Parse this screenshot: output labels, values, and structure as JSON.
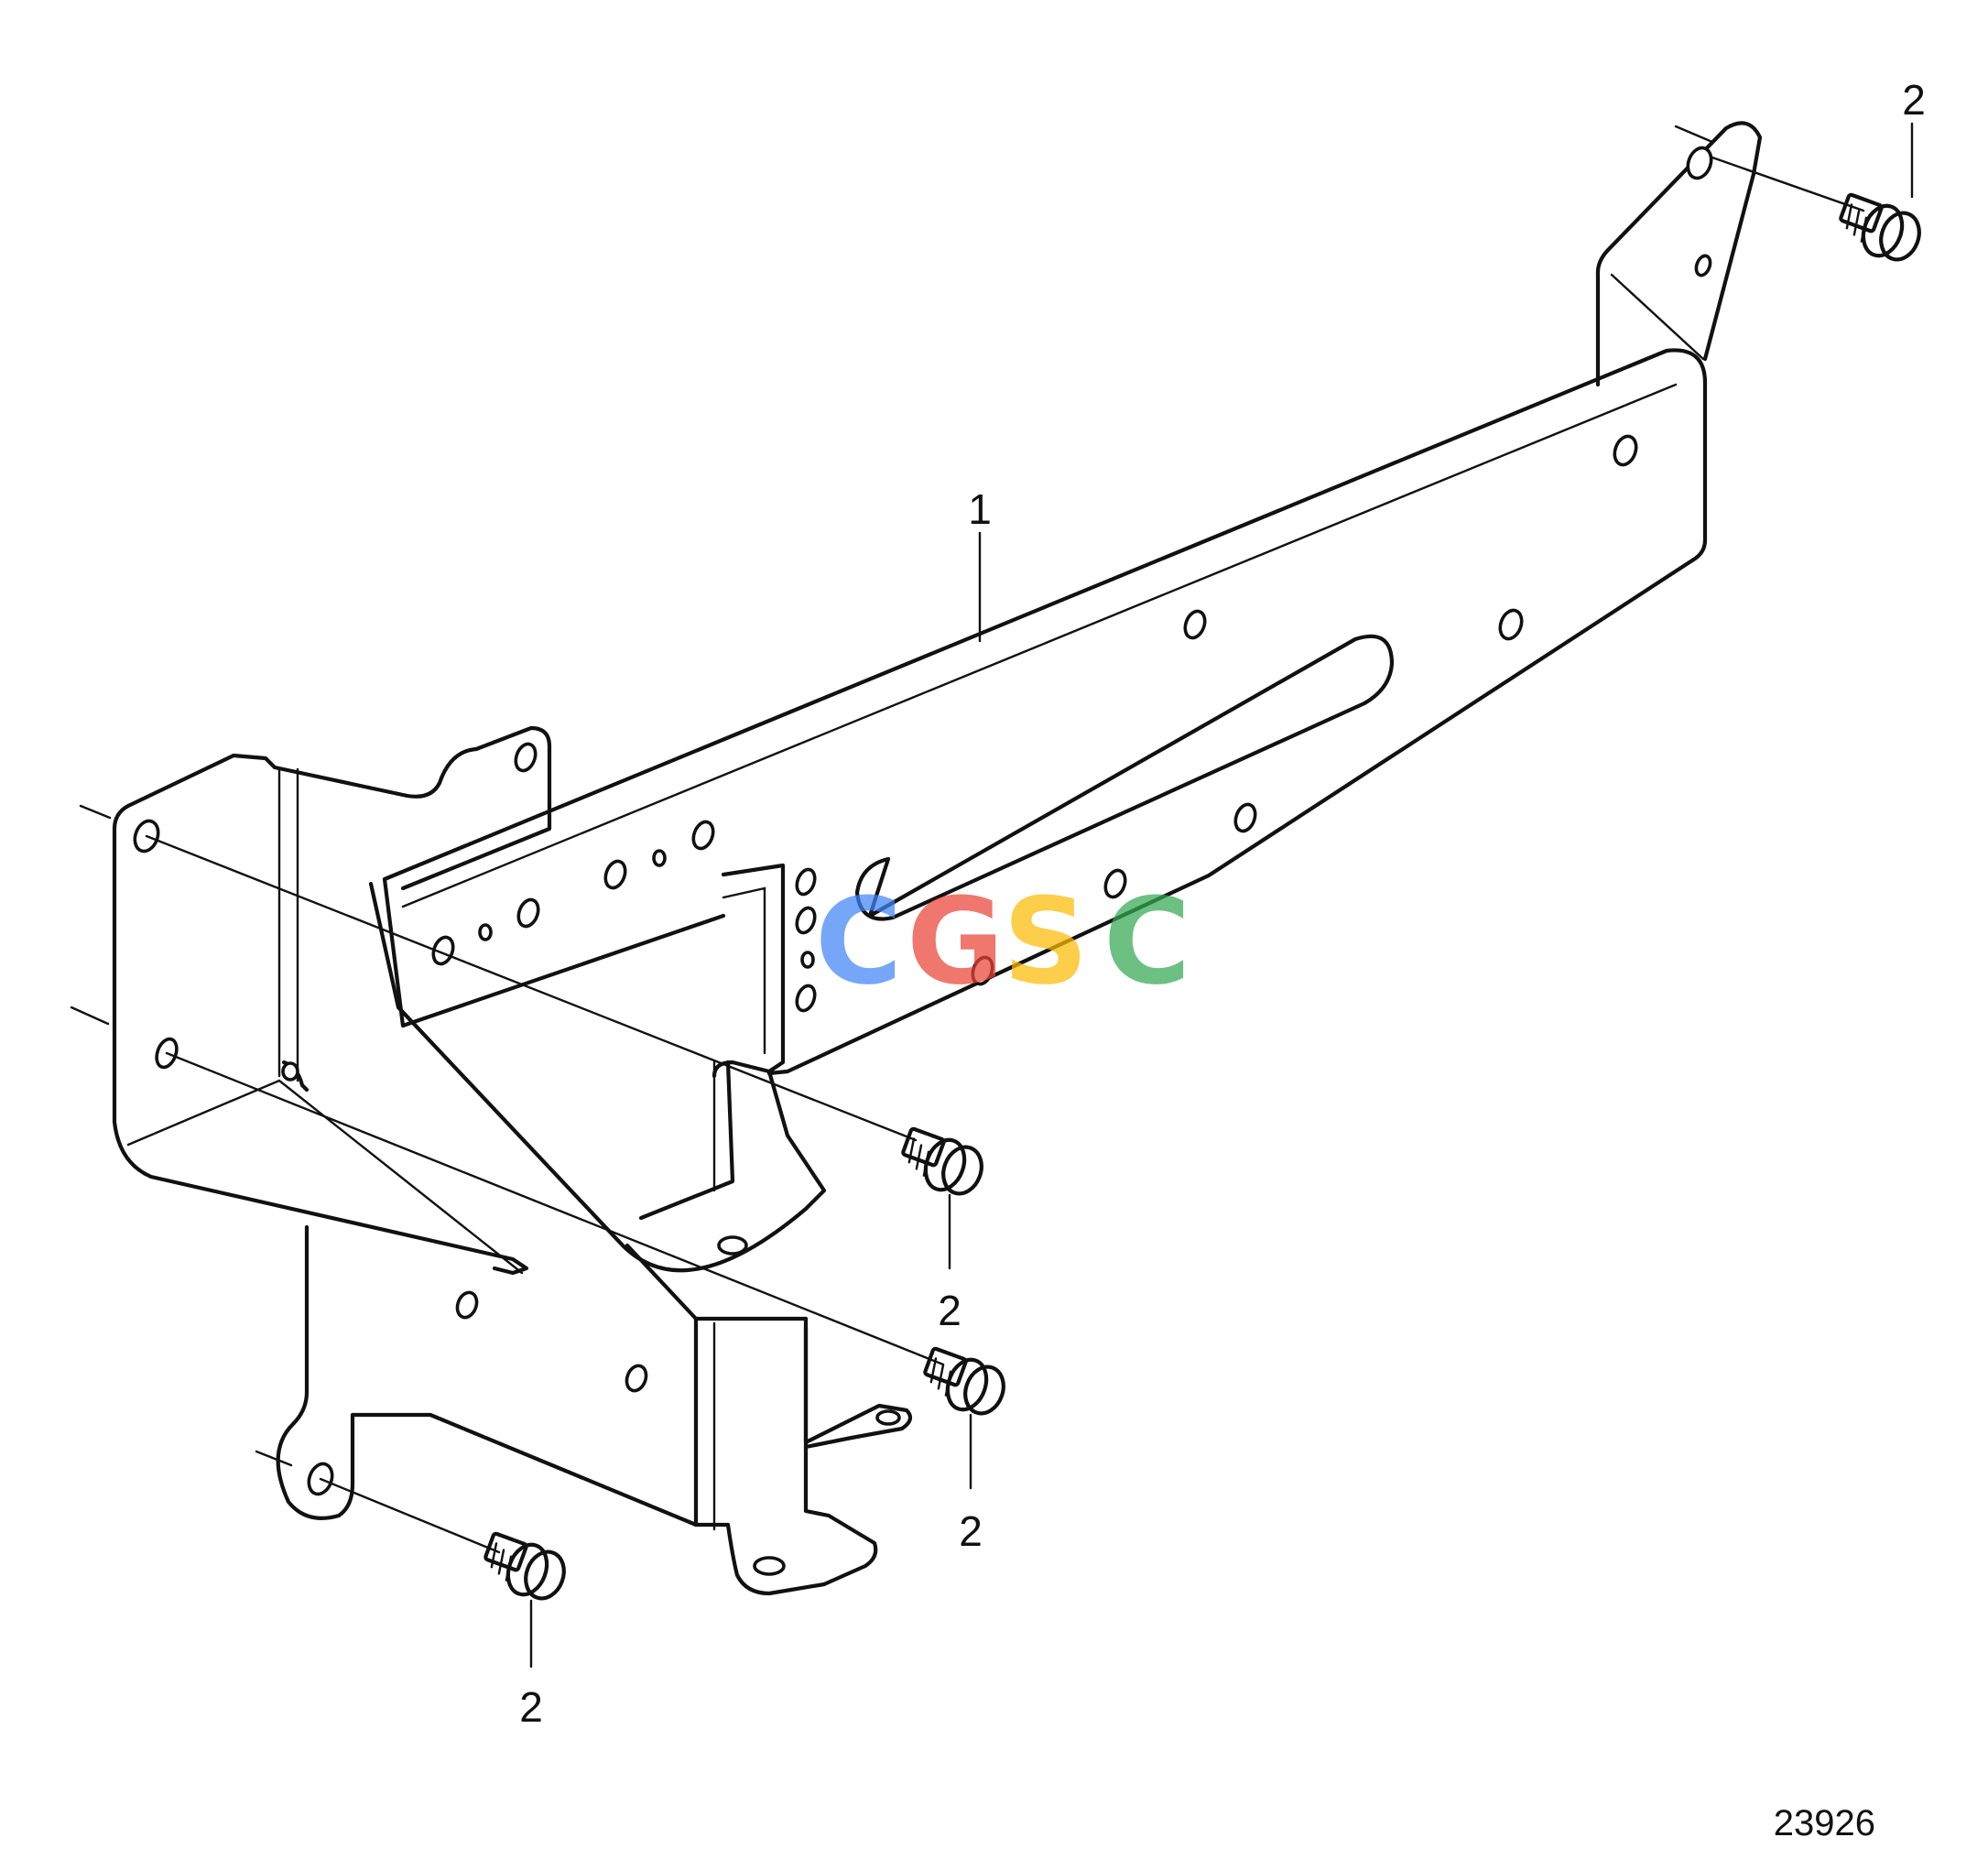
{
  "callouts": {
    "part_1": "1",
    "part_2_top_right": "2",
    "part_2_mid_upper": "2",
    "part_2_mid_lower": "2",
    "part_2_bottom": "2"
  },
  "figure_number": "23926",
  "watermark": {
    "letters": [
      "C",
      "G",
      "S",
      "C"
    ],
    "colors": [
      "#4285F4",
      "#EA4335",
      "#FBBC05",
      "#34A853"
    ]
  }
}
